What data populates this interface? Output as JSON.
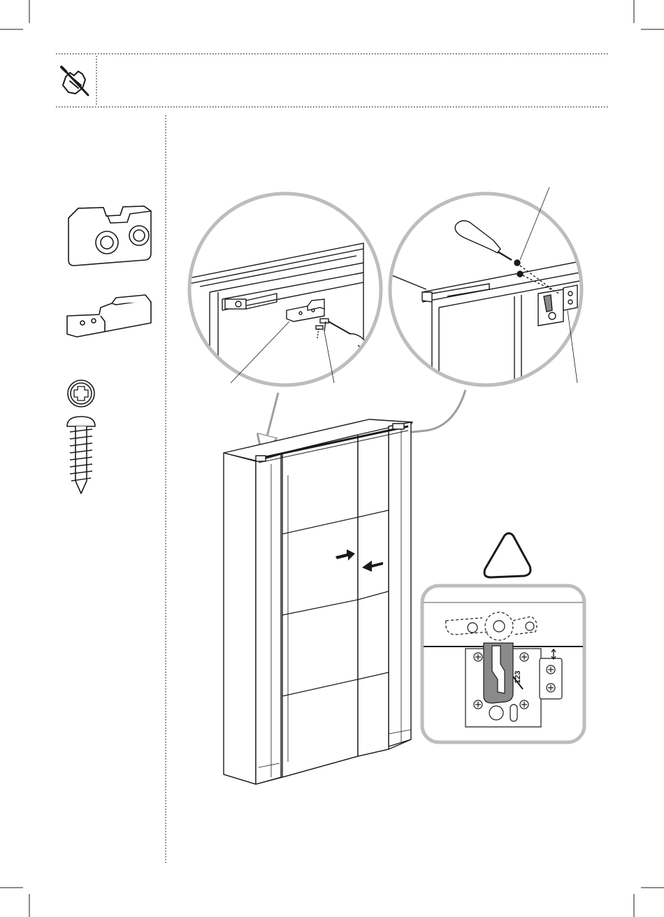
{
  "header": {
    "tool_icon": "hand-screwdriver-icon",
    "note": ""
  },
  "parts": [
    {
      "name": "connector-block",
      "icon": "connector-block-icon"
    },
    {
      "name": "bracket",
      "icon": "bracket-icon"
    },
    {
      "name": "screw",
      "icon": "pan-head-screw-icon"
    }
  ],
  "warning": {
    "icon": "warning-triangle-icon",
    "detail_label": "123"
  },
  "colors": {
    "line": "#1a1a1a",
    "circle_frame": "#bdbdbd",
    "detail_frame": "#bdbdbd",
    "hook_fill": "#8a8a8a",
    "panel_dark": "#222222"
  }
}
